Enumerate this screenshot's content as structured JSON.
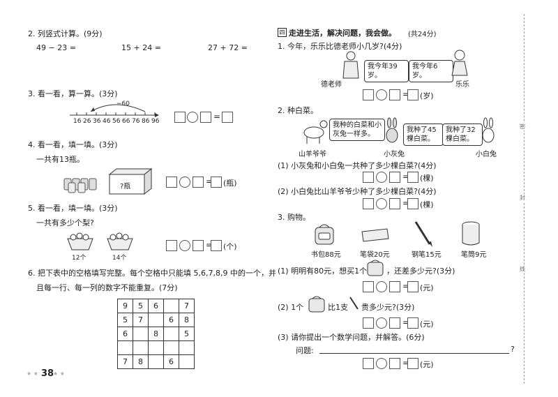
{
  "left": {
    "q2": {
      "title": "2. 列竖式计算。(9分)",
      "items": [
        "49 − 23 =",
        "15 + 24 =",
        "27 + 72 ="
      ]
    },
    "q3": {
      "title": "3. 看一看，算一算。(3分)",
      "arrow_label": "−60",
      "ticks": [
        "16",
        "26",
        "36",
        "46",
        "56",
        "66",
        "76",
        "86",
        "96"
      ],
      "eq": "="
    },
    "q4": {
      "title": "4. 看一看，填一填。(3分)",
      "text": "一共有13瓶。",
      "box_label": "?瓶",
      "unit": "(瓶)"
    },
    "q5": {
      "title": "5. 看一看，填一填。(3分)",
      "text": "一共有多少个梨?",
      "label_a": "12个",
      "label_b": "14个",
      "unit": "(个)"
    },
    "q6": {
      "line1": "6. 把下表中的空格填写完整。每个空格中只能填 5,6,7,8,9 中的一个，并",
      "line2": "且每一行、每一列的数字不能重复。(7分)",
      "grid": [
        [
          "9",
          "5",
          "6",
          "",
          "7"
        ],
        [
          "5",
          "7",
          "",
          "6",
          "8"
        ],
        [
          "6",
          "",
          "8",
          "",
          "5"
        ],
        [
          "",
          "",
          "",
          "",
          ""
        ],
        [
          "7",
          "8",
          "",
          "6",
          ""
        ]
      ]
    },
    "page_number": "38"
  },
  "right": {
    "section": {
      "num": "四",
      "title": "走进生活，解决问题，我会做。",
      "points": "(共24分)"
    },
    "q1": {
      "title": "1. 今年，乐乐比德老师小几岁?(4分)",
      "speech_a": "我今年39岁。",
      "speech_b": "我今年6岁。",
      "name_a": "德老师",
      "name_b": "乐乐",
      "unit": "(岁)"
    },
    "q2": {
      "title": "2. 种白菜。",
      "speech_a": "我种的白菜和小灰兔一样多。",
      "speech_b": "我种了45棵白菜。",
      "speech_c": "我种了32棵白菜。",
      "name_a": "山羊爷爷",
      "name_b": "小灰兔",
      "name_c": "小白兔",
      "sub1": "(1) 小灰兔和小白兔一共种了多少棵白菜?(4分)",
      "unit1": "(棵)",
      "sub2": "(2) 小白兔比山羊爷爷少种了多少棵白菜?(4分)",
      "unit2": "(棵)"
    },
    "q3": {
      "title": "3. 购物。",
      "items": [
        {
          "label": "书包88元",
          "icon": "schoolbag-icon"
        },
        {
          "label": "笔袋20元",
          "icon": "pencil-case-icon"
        },
        {
          "label": "钢笔15元",
          "icon": "pen-icon"
        },
        {
          "label": "笔筒9元",
          "icon": "pen-holder-icon"
        }
      ],
      "sub1_a": "(1) 明明有80元，想买1个",
      "sub1_b": "，还差多少元?(3分)",
      "unit1": "(元)",
      "sub2_a": "(2) 1个",
      "sub2_b": "比1支",
      "sub2_c": "贵多少元?(3分)",
      "unit2": "(元)",
      "sub3": "(3) 请你提出一个数学问题，并解答。(6分)",
      "question_label": "问题:",
      "question_mark": "?",
      "unit3": "(元)"
    },
    "side_chars": [
      "密",
      "封",
      "线"
    ]
  },
  "colors": {
    "text": "#222222",
    "border": "#555555"
  }
}
